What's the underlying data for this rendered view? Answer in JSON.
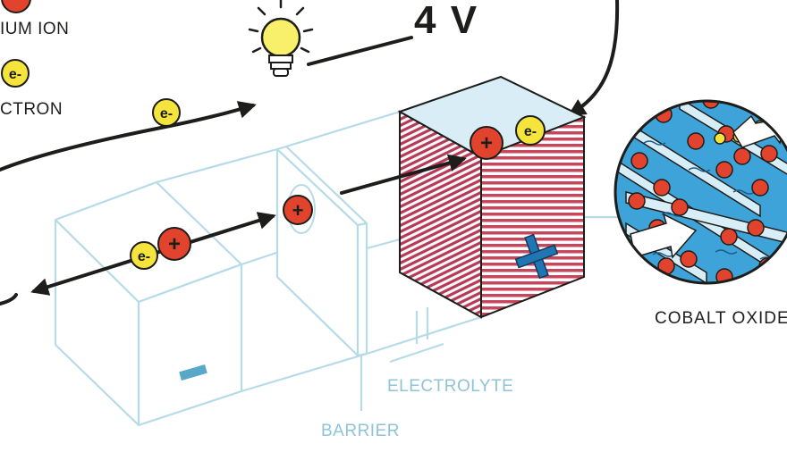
{
  "legend": {
    "lithium_ion": "IUM ION",
    "electron": "CTRON"
  },
  "labels": {
    "voltage": "4 V",
    "electrolyte": "ELECTROLYTE",
    "barrier": "BARRIER",
    "cobalt_oxide": "COBALT OXIDE"
  },
  "symbols": {
    "electron": "e-",
    "plus": "+",
    "minus": "–"
  },
  "colors": {
    "ion_red": "#e2432d",
    "electron_yellow": "#f4e43c",
    "outline_blue": "#b6dbe8",
    "cathode_blue": "#3da3d8",
    "cathode_stripe": "#c8465c",
    "text_light": "#8ec3d9"
  }
}
